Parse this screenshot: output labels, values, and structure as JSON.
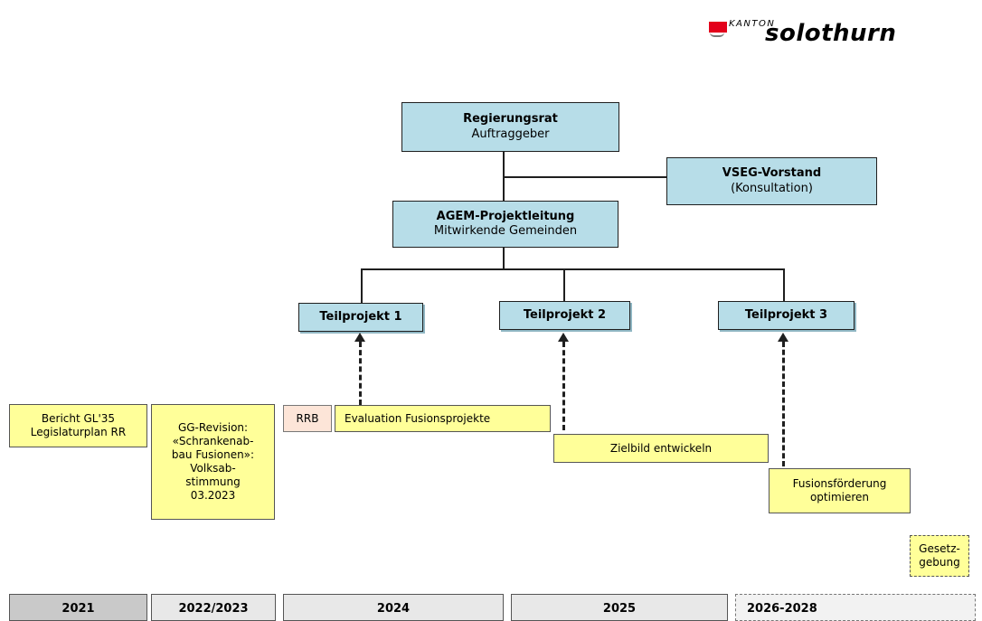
{
  "logo": {
    "kanton": "KANTON",
    "name": "solothurn",
    "flag_color": "#e3001b"
  },
  "org": {
    "regierungsrat": {
      "title": "Regierungsrat",
      "subtitle": "Auftraggeber"
    },
    "vseg": {
      "title": "VSEG-Vorstand",
      "subtitle": "(Konsultation)"
    },
    "agem": {
      "title": "AGEM-Projektleitung",
      "subtitle": "Mitwirkende Gemeinden"
    },
    "tp1": "Teilprojekt 1",
    "tp2": "Teilprojekt 2",
    "tp3": "Teilprojekt 3"
  },
  "items": {
    "bericht": [
      "Bericht GL'35",
      "Legislaturplan RR"
    ],
    "gg": [
      "GG-Revision:",
      "«Schrankenab-",
      "bau Fusionen»:",
      "Volksab-",
      "stimmung",
      "03.2023"
    ],
    "rrb": "RRB",
    "evaluation": "Evaluation Fusionsprojekte",
    "zielbild": "Zielbild entwickeln",
    "foerderung": [
      "Fusionsförderung",
      "optimieren"
    ],
    "gesetz": [
      "Gesetz-",
      "gebung"
    ]
  },
  "timeline": [
    "2021",
    "2022/2023",
    "2024",
    "2025",
    "2026-2028"
  ],
  "colors": {
    "box_blue": "#b7dde8",
    "box_yellow": "#ffff99",
    "box_pink": "#fde5d8"
  }
}
